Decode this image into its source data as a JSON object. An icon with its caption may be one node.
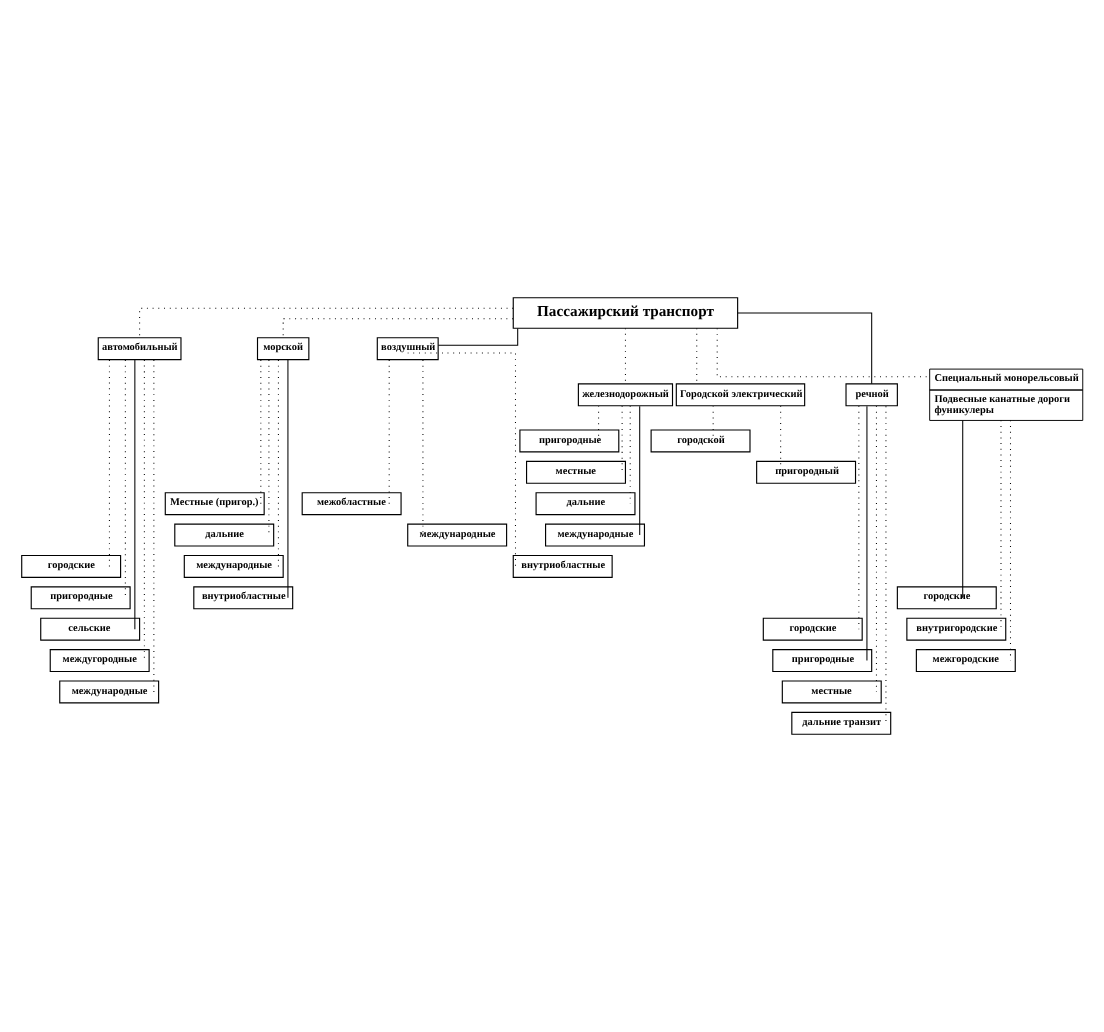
{
  "diagram": {
    "nodes": [
      {
        "text": [
          "Пассажирский транспорт"
        ]
      },
      {
        "text": [
          "автомобильный"
        ]
      },
      {
        "text": [
          "морской"
        ]
      },
      {
        "text": [
          "воздушный"
        ]
      },
      {
        "text": [
          "железнодорожный"
        ]
      },
      {
        "text": [
          "Городской электрический"
        ]
      },
      {
        "text": [
          "речной"
        ]
      },
      {
        "text": [
          "Специальный монорельсовый",
          "Подвесные канатные дороги",
          "фуникулеры"
        ]
      },
      {
        "text": [
          "пригородные"
        ]
      },
      {
        "text": [
          "местные"
        ]
      },
      {
        "text": [
          "дальние"
        ]
      },
      {
        "text": [
          "международные"
        ]
      },
      {
        "text": [
          "городской"
        ]
      },
      {
        "text": [
          "пригородный"
        ]
      },
      {
        "text": [
          "Местные (пригор.)"
        ]
      },
      {
        "text": [
          "дальние"
        ]
      },
      {
        "text": [
          "международные"
        ]
      },
      {
        "text": [
          "внутриобластные"
        ]
      },
      {
        "text": [
          "межобластные"
        ]
      },
      {
        "text": [
          "международные"
        ]
      },
      {
        "text": [
          "внутриобластные"
        ]
      },
      {
        "text": [
          "городские"
        ]
      },
      {
        "text": [
          "пригородные"
        ]
      },
      {
        "text": [
          "сельские"
        ]
      },
      {
        "text": [
          "междугородные"
        ]
      },
      {
        "text": [
          "международные"
        ]
      },
      {
        "text": [
          "городские"
        ]
      },
      {
        "text": [
          "внутригородские"
        ]
      },
      {
        "text": [
          "межгородские"
        ]
      },
      {
        "text": [
          "городские"
        ]
      },
      {
        "text": [
          "пригородные"
        ]
      },
      {
        "text": [
          "местные"
        ]
      },
      {
        "text": [
          "дальние транзит"
        ]
      }
    ],
    "edges": [
      {
        "from": 0,
        "to": 4,
        "arrow": "none",
        "style": "dashed"
      },
      {
        "from": 0,
        "to": 1,
        "arrow": "none",
        "style": "dashed"
      },
      {
        "from": 0,
        "to": 5,
        "arrow": "none",
        "style": "dashed"
      },
      {
        "from": 0,
        "to": 2,
        "arrow": "none",
        "style": "dashed"
      },
      {
        "from": 0,
        "to": 6,
        "arrow": "none"
      },
      {
        "from": 0,
        "to": 3,
        "arrow": "none"
      },
      {
        "from": 0,
        "to": 7,
        "arrow": "none",
        "style": "dashed"
      },
      {
        "from": 4,
        "to": 8,
        "arrow": "none",
        "style": "dashed"
      },
      {
        "from": 4,
        "to": 9,
        "arrow": "none",
        "style": "dashed"
      },
      {
        "from": 4,
        "to": 10,
        "arrow": "none",
        "style": "dashed"
      },
      {
        "from": 4,
        "to": 11,
        "arrow": "none"
      },
      {
        "from": 5,
        "to": 12,
        "arrow": "none",
        "style": "dashed"
      },
      {
        "from": 5,
        "to": 13,
        "arrow": "none",
        "style": "dashed"
      },
      {
        "from": 2,
        "to": 14,
        "arrow": "none",
        "style": "dashed"
      },
      {
        "from": 2,
        "to": 15,
        "arrow": "none",
        "style": "dashed"
      },
      {
        "from": 2,
        "to": 16,
        "arrow": "none",
        "style": "dashed"
      },
      {
        "from": 2,
        "to": 17,
        "arrow": "none"
      },
      {
        "from": 3,
        "to": 18,
        "arrow": "none",
        "style": "dashed"
      },
      {
        "from": 3,
        "to": 19,
        "arrow": "none",
        "style": "dashed"
      },
      {
        "from": 3,
        "to": 20,
        "arrow": "none",
        "style": "dashed"
      },
      {
        "from": 1,
        "to": 21,
        "arrow": "none",
        "style": "dashed"
      },
      {
        "from": 1,
        "to": 22,
        "arrow": "none",
        "style": "dashed"
      },
      {
        "from": 1,
        "to": 23,
        "arrow": "none"
      },
      {
        "from": 1,
        "to": 24,
        "arrow": "none",
        "style": "dashed"
      },
      {
        "from": 1,
        "to": 25,
        "arrow": "none",
        "style": "dashed"
      },
      {
        "from": 7,
        "to": 26,
        "arrow": "none"
      },
      {
        "from": 7,
        "to": 27,
        "arrow": "none",
        "style": "dashed"
      },
      {
        "from": 7,
        "to": 28,
        "arrow": "none",
        "style": "dashed"
      },
      {
        "from": 6,
        "to": 29,
        "arrow": "none",
        "style": "dashed"
      },
      {
        "from": 6,
        "to": 30,
        "arrow": "none"
      },
      {
        "from": 6,
        "to": 31,
        "arrow": "none",
        "style": "dashed"
      },
      {
        "from": 6,
        "to": 32,
        "arrow": "none",
        "style": "dashed"
      }
    ]
  }
}
